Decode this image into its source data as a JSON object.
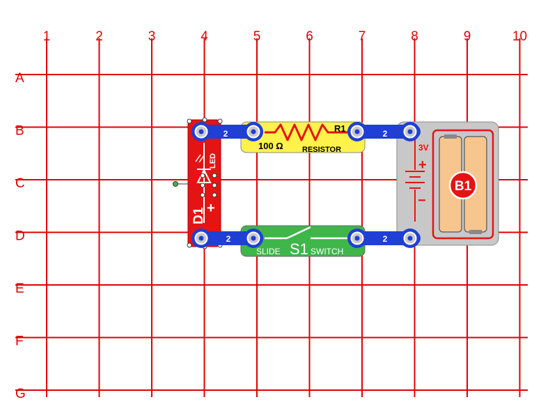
{
  "grid": {
    "columns": [
      "1",
      "2",
      "3",
      "4",
      "5",
      "6",
      "7",
      "8",
      "9",
      "10"
    ],
    "rows": [
      "A",
      "B",
      "C",
      "D",
      "E",
      "F",
      "G"
    ],
    "line_color": "#e00000"
  },
  "parts": {
    "wire_top_left": {
      "label": "2"
    },
    "wire_top_right": {
      "label": "2"
    },
    "wire_bottom_left": {
      "label": "2"
    },
    "wire_bottom_right": {
      "label": "2"
    },
    "resistor": {
      "id": "R1",
      "value": "100 Ω",
      "name": "RESISTOR"
    },
    "switch": {
      "id": "S1",
      "name_left": "SLIDE",
      "name_right": "SWITCH"
    },
    "led": {
      "id": "D1",
      "name": "LED",
      "polarity": "+"
    },
    "battery": {
      "id": "B1",
      "voltage": "3V",
      "plus": "+",
      "minus": "−"
    }
  },
  "colors": {
    "wire": "#1f3fd6",
    "resistor_body": "#fff24a",
    "switch_body": "#3fb649",
    "led_body": "#e41414",
    "battery_body": "#c8c8c8",
    "battery_cell": "#f7c58e"
  }
}
